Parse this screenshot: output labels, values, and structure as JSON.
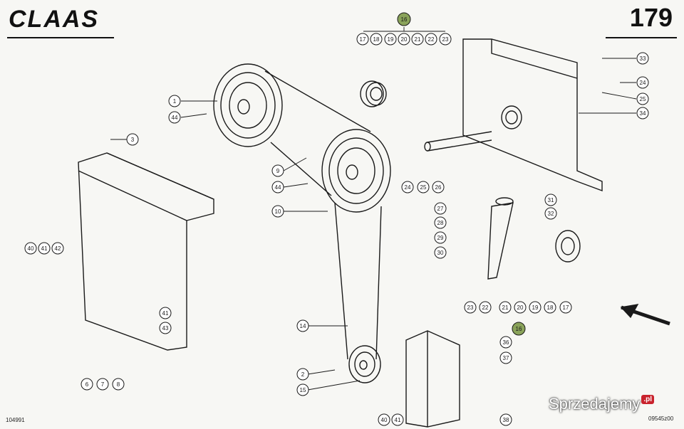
{
  "header": {
    "brand": "CLAAS",
    "page_number": "179"
  },
  "footer": {
    "document_code": "104991",
    "reference_code": "09545z00"
  },
  "watermark": {
    "text": "Sprzedajemy",
    "badge": ".pl"
  },
  "callouts": {
    "c16": "16",
    "c17a": "17",
    "c18a": "18",
    "c19a": "19",
    "c20a": "20",
    "c21a": "21",
    "c22a": "22",
    "c23a": "23",
    "c33": "33",
    "c24a": "24",
    "c25a": "25",
    "c34": "34",
    "c1": "1",
    "c44a": "44",
    "c3": "3",
    "c9": "9",
    "c44b": "44",
    "c10": "10",
    "c24b": "24",
    "c25b": "25",
    "c26": "26",
    "c27": "27",
    "c28": "28",
    "c29": "29",
    "c30": "30",
    "c31": "31",
    "c32": "32",
    "c23b": "23",
    "c22b": "22",
    "c21b": "21",
    "c20b": "20",
    "c19b": "19",
    "c18b": "18",
    "c17b": "17",
    "c16b": "16",
    "c40a": "40",
    "c41a": "41",
    "c42": "42",
    "c41b": "41",
    "c43": "43",
    "c6": "6",
    "c7": "7",
    "c8": "8",
    "c14": "14",
    "c2": "2",
    "c15": "15",
    "c36": "36",
    "c37": "37",
    "c40b": "40",
    "c41c": "41",
    "c38": "38"
  },
  "colors": {
    "line": "#1a1a1a",
    "paper": "#f7f7f4",
    "callout_highlight": "#8aa35a"
  }
}
